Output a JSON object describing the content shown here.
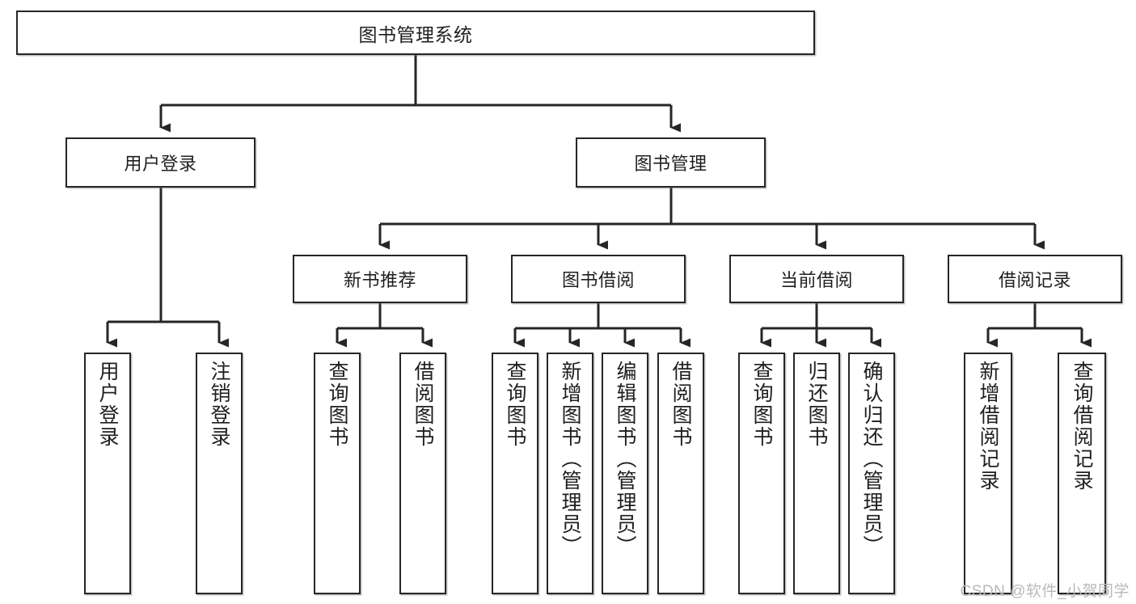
{
  "diagram": {
    "type": "tree",
    "title": "图书管理系统",
    "watermark": "CSDN @软件_小贺同学",
    "levels": {
      "root": {
        "label": "图书管理系统"
      },
      "level2": [
        {
          "label": "用户登录"
        },
        {
          "label": "图书管理"
        }
      ],
      "level3": [
        {
          "label": "新书推荐"
        },
        {
          "label": "图书借阅"
        },
        {
          "label": "当前借阅"
        },
        {
          "label": "借阅记录"
        }
      ],
      "leaves": [
        {
          "label": "用户登录",
          "parent": "用户登录"
        },
        {
          "label": "注销登录",
          "parent": "用户登录"
        },
        {
          "label": "查询图书",
          "parent": "新书推荐"
        },
        {
          "label": "借阅图书",
          "parent": "新书推荐"
        },
        {
          "label": "查询图书",
          "parent": "图书借阅"
        },
        {
          "label": "新增图书（管理员）",
          "parent": "图书借阅"
        },
        {
          "label": "编辑图书（管理员）",
          "parent": "图书借阅"
        },
        {
          "label": "借阅图书",
          "parent": "图书借阅"
        },
        {
          "label": "查询图书",
          "parent": "当前借阅"
        },
        {
          "label": "归还图书",
          "parent": "当前借阅"
        },
        {
          "label": "确认归还（管理员）",
          "parent": "当前借阅"
        },
        {
          "label": "新增借阅记录",
          "parent": "借阅记录"
        },
        {
          "label": "查询借阅记录",
          "parent": "借阅记录"
        }
      ]
    },
    "colors": {
      "box_border": "#262626",
      "box_fill": "#ffffff",
      "connector": "#262626",
      "watermark": "#b9b9b9"
    }
  }
}
